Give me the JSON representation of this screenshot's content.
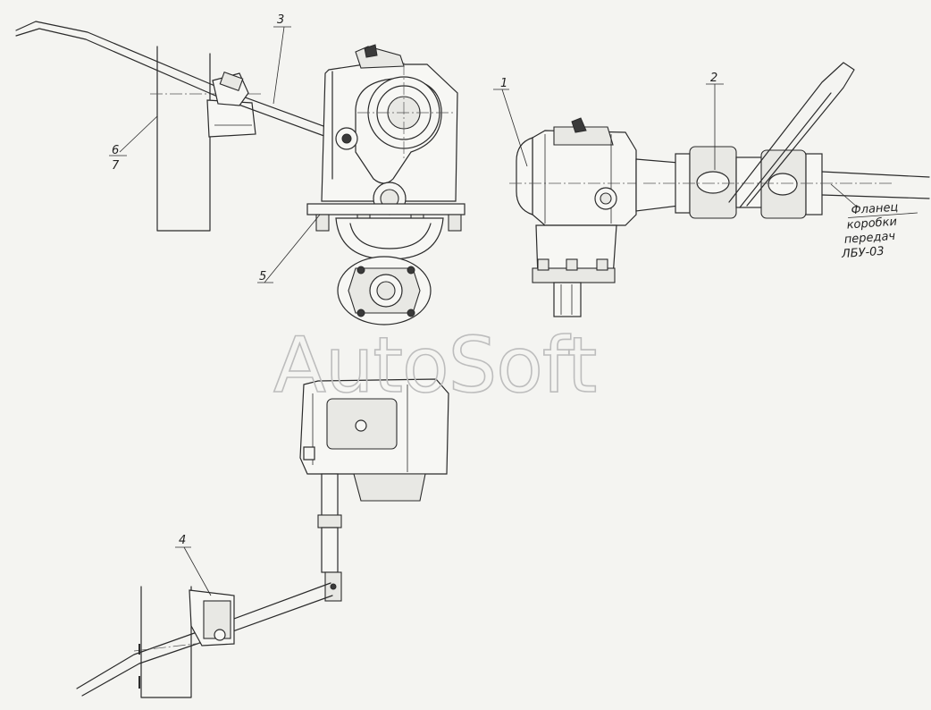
{
  "watermark": "AutoSoft",
  "callouts": {
    "c1": "1",
    "c2": "2",
    "c3": "3",
    "c4": "4",
    "c5": "5",
    "c6": "6",
    "c7": "7"
  },
  "note": {
    "line1": "Фланец",
    "line2": "коробки",
    "line3": "передач",
    "line4": "ЛБУ-03"
  }
}
